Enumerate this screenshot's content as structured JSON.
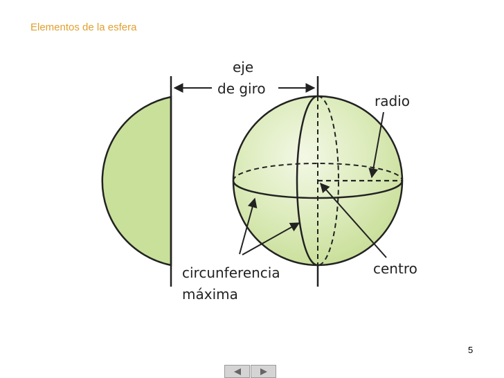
{
  "slide": {
    "title": "Elementos de la esfera",
    "page_number": "5"
  },
  "diagram": {
    "labels": {
      "axis_line1": "eje",
      "axis_line2": "de giro",
      "radius": "radio",
      "center": "centro",
      "great_circle_line1": "circunferencia",
      "great_circle_line2": "máxima"
    },
    "colors": {
      "sphere_fill": "#d9e8b4",
      "hemisphere_fill": "#c8e09a",
      "title": "#e0a030"
    }
  },
  "navigation": {
    "prev_icon": "triangle-left-icon",
    "next_icon": "triangle-right-icon"
  }
}
